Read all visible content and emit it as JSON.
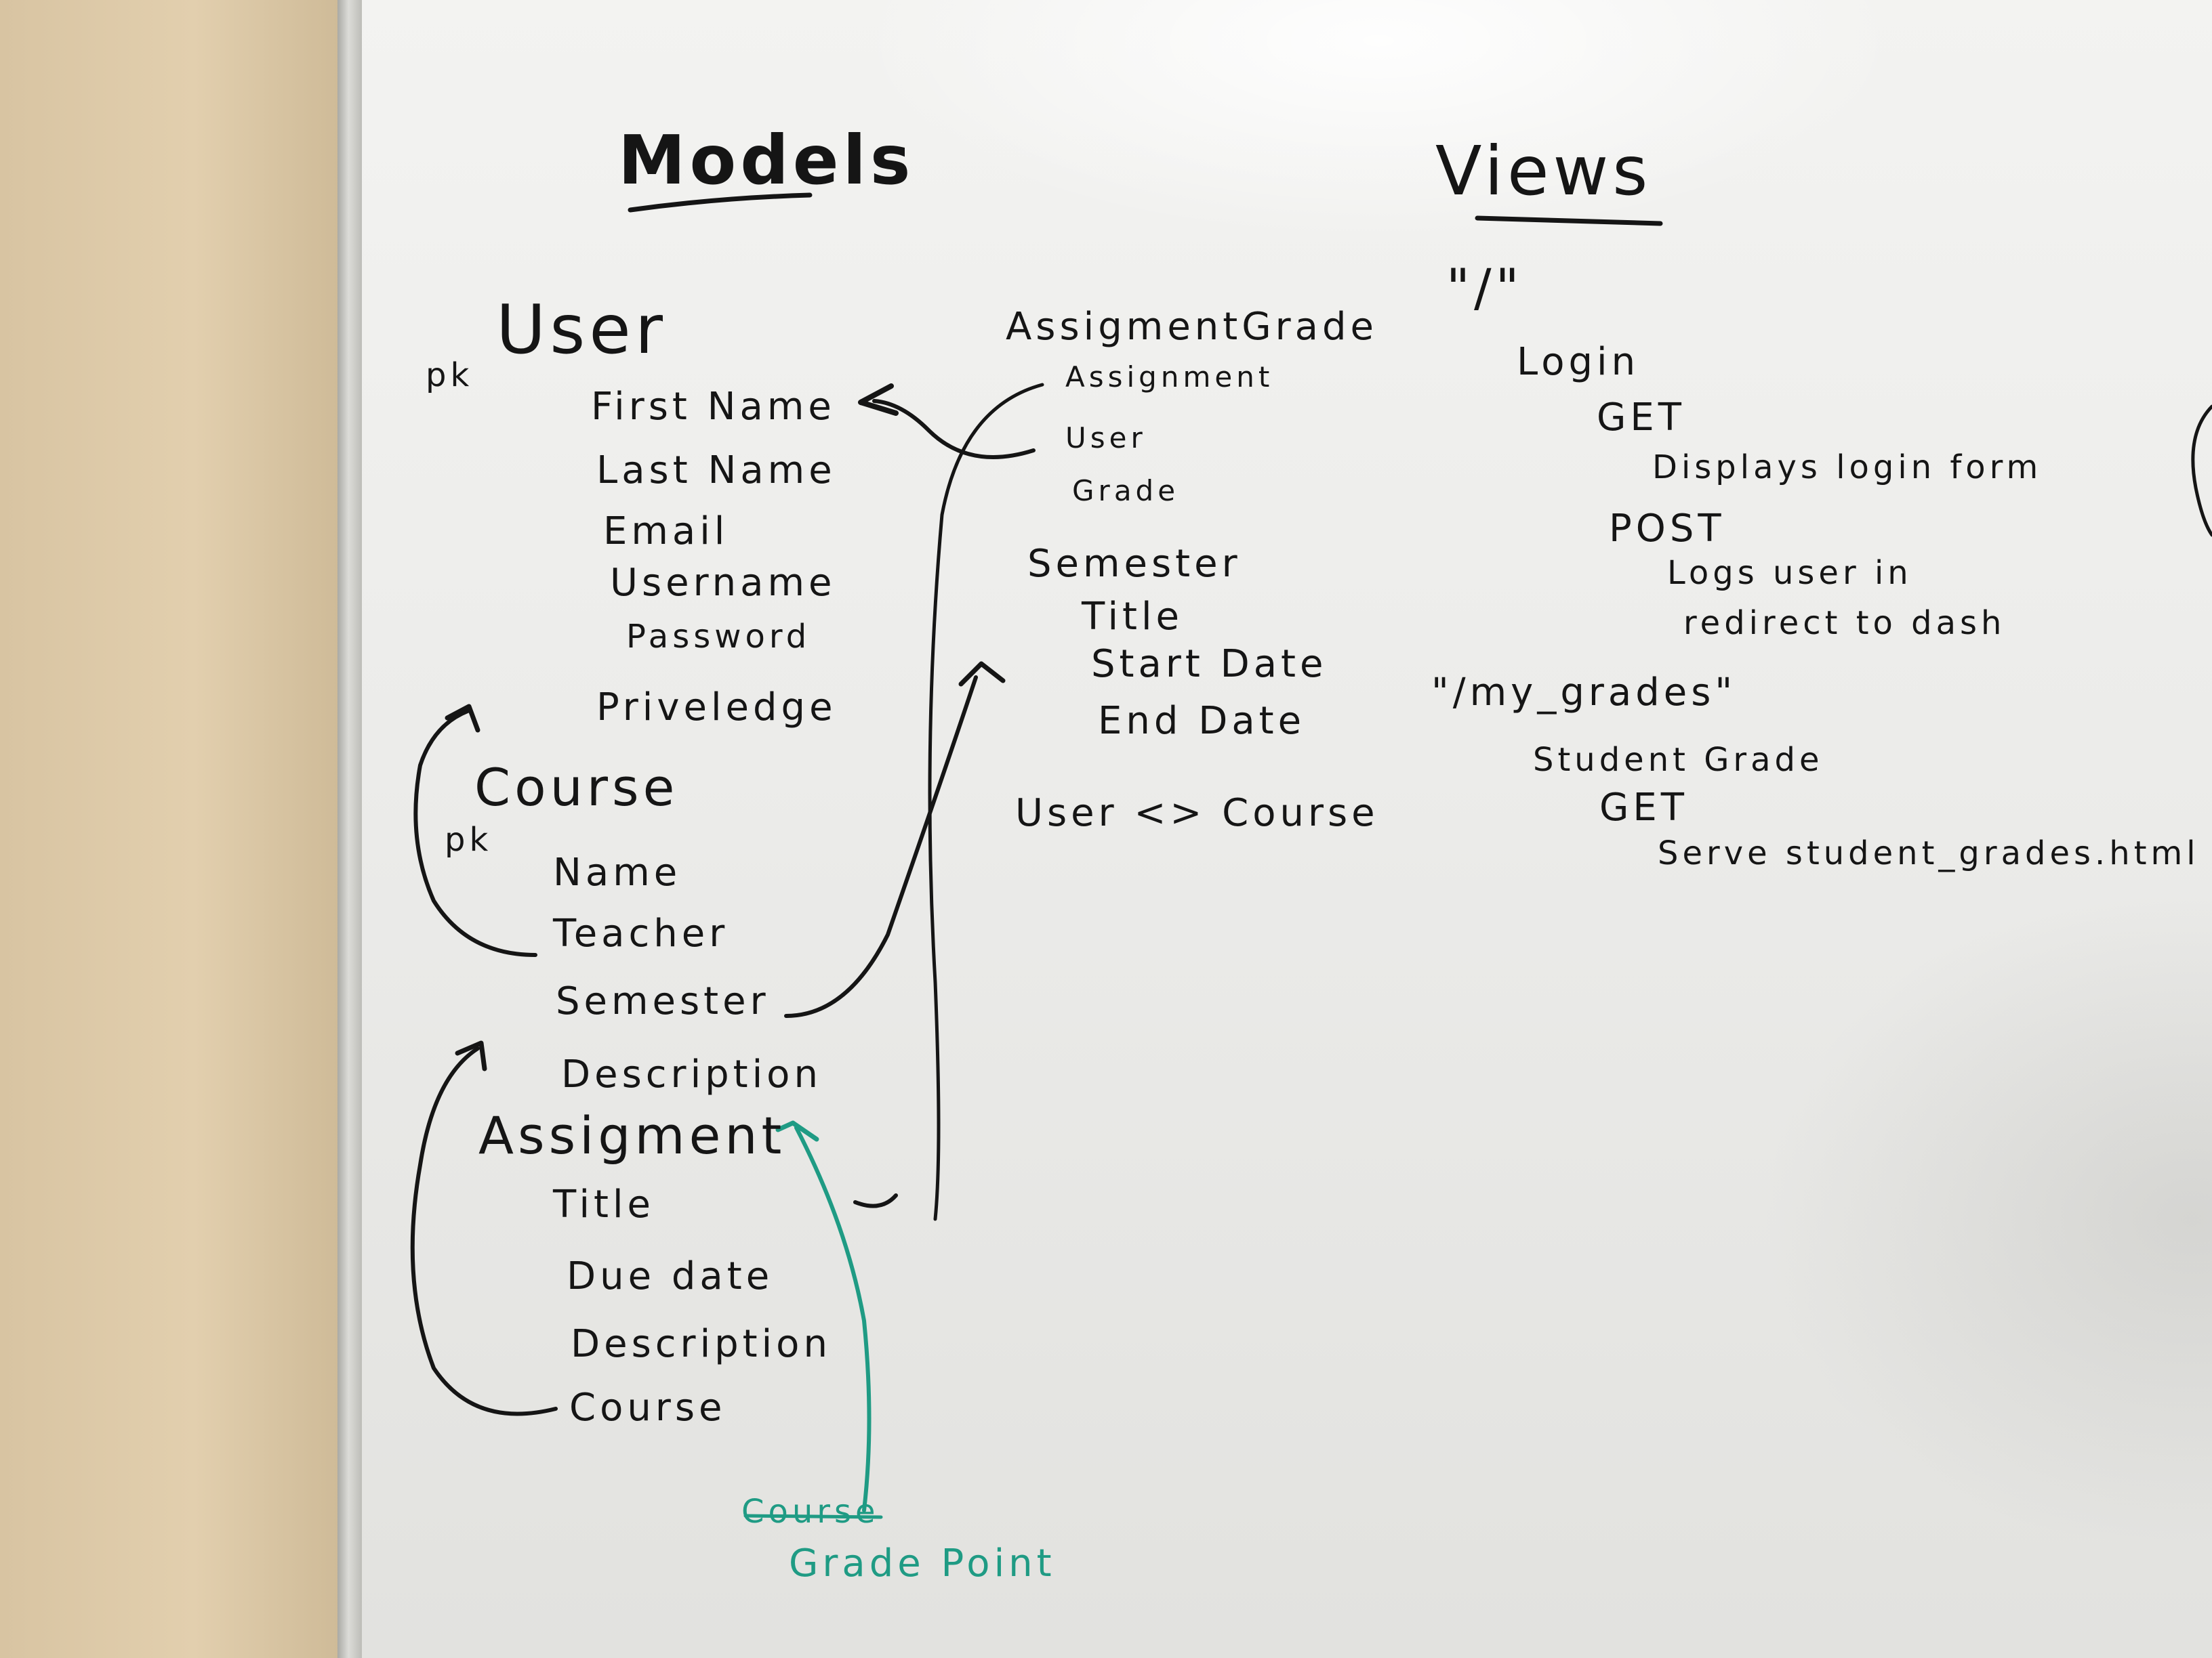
{
  "models": {
    "heading": "Models",
    "user": {
      "title": "User",
      "pk": "pk",
      "fields": [
        "First Name",
        "Last Name",
        "Email",
        "Username",
        "Password",
        "Priveledge"
      ]
    },
    "course": {
      "title": "Course",
      "pk": "pk",
      "fields": [
        "Name",
        "Teacher",
        "Semester",
        "Description"
      ]
    },
    "assignment": {
      "title": "Assigment",
      "fields": [
        "Title",
        "Due date",
        "Description",
        "Course"
      ]
    },
    "assignment_grade": {
      "title": "AssigmentGrade",
      "fields": [
        "Assignment",
        "User",
        "Grade"
      ]
    },
    "semester": {
      "title": "Semester",
      "fields": [
        "Title",
        "Start Date",
        "End Date"
      ]
    },
    "user_course": "User <> Course",
    "green_notes": [
      "Course",
      "Grade Point"
    ]
  },
  "views": {
    "heading": "Views",
    "root": {
      "path": "\"/\"",
      "view": "Login",
      "get_label": "GET",
      "get_desc": "Displays login form",
      "post_label": "POST",
      "post_desc_1": "Logs user in",
      "post_desc_2": "redirect to dash"
    },
    "grades": {
      "path": "\"/my_grades\"",
      "view": "Student Grade",
      "get_label": "GET",
      "get_desc": "Serve student_grades.html"
    }
  },
  "colors": {
    "black_marker": "#151515",
    "green_marker": "#1f9b84"
  }
}
